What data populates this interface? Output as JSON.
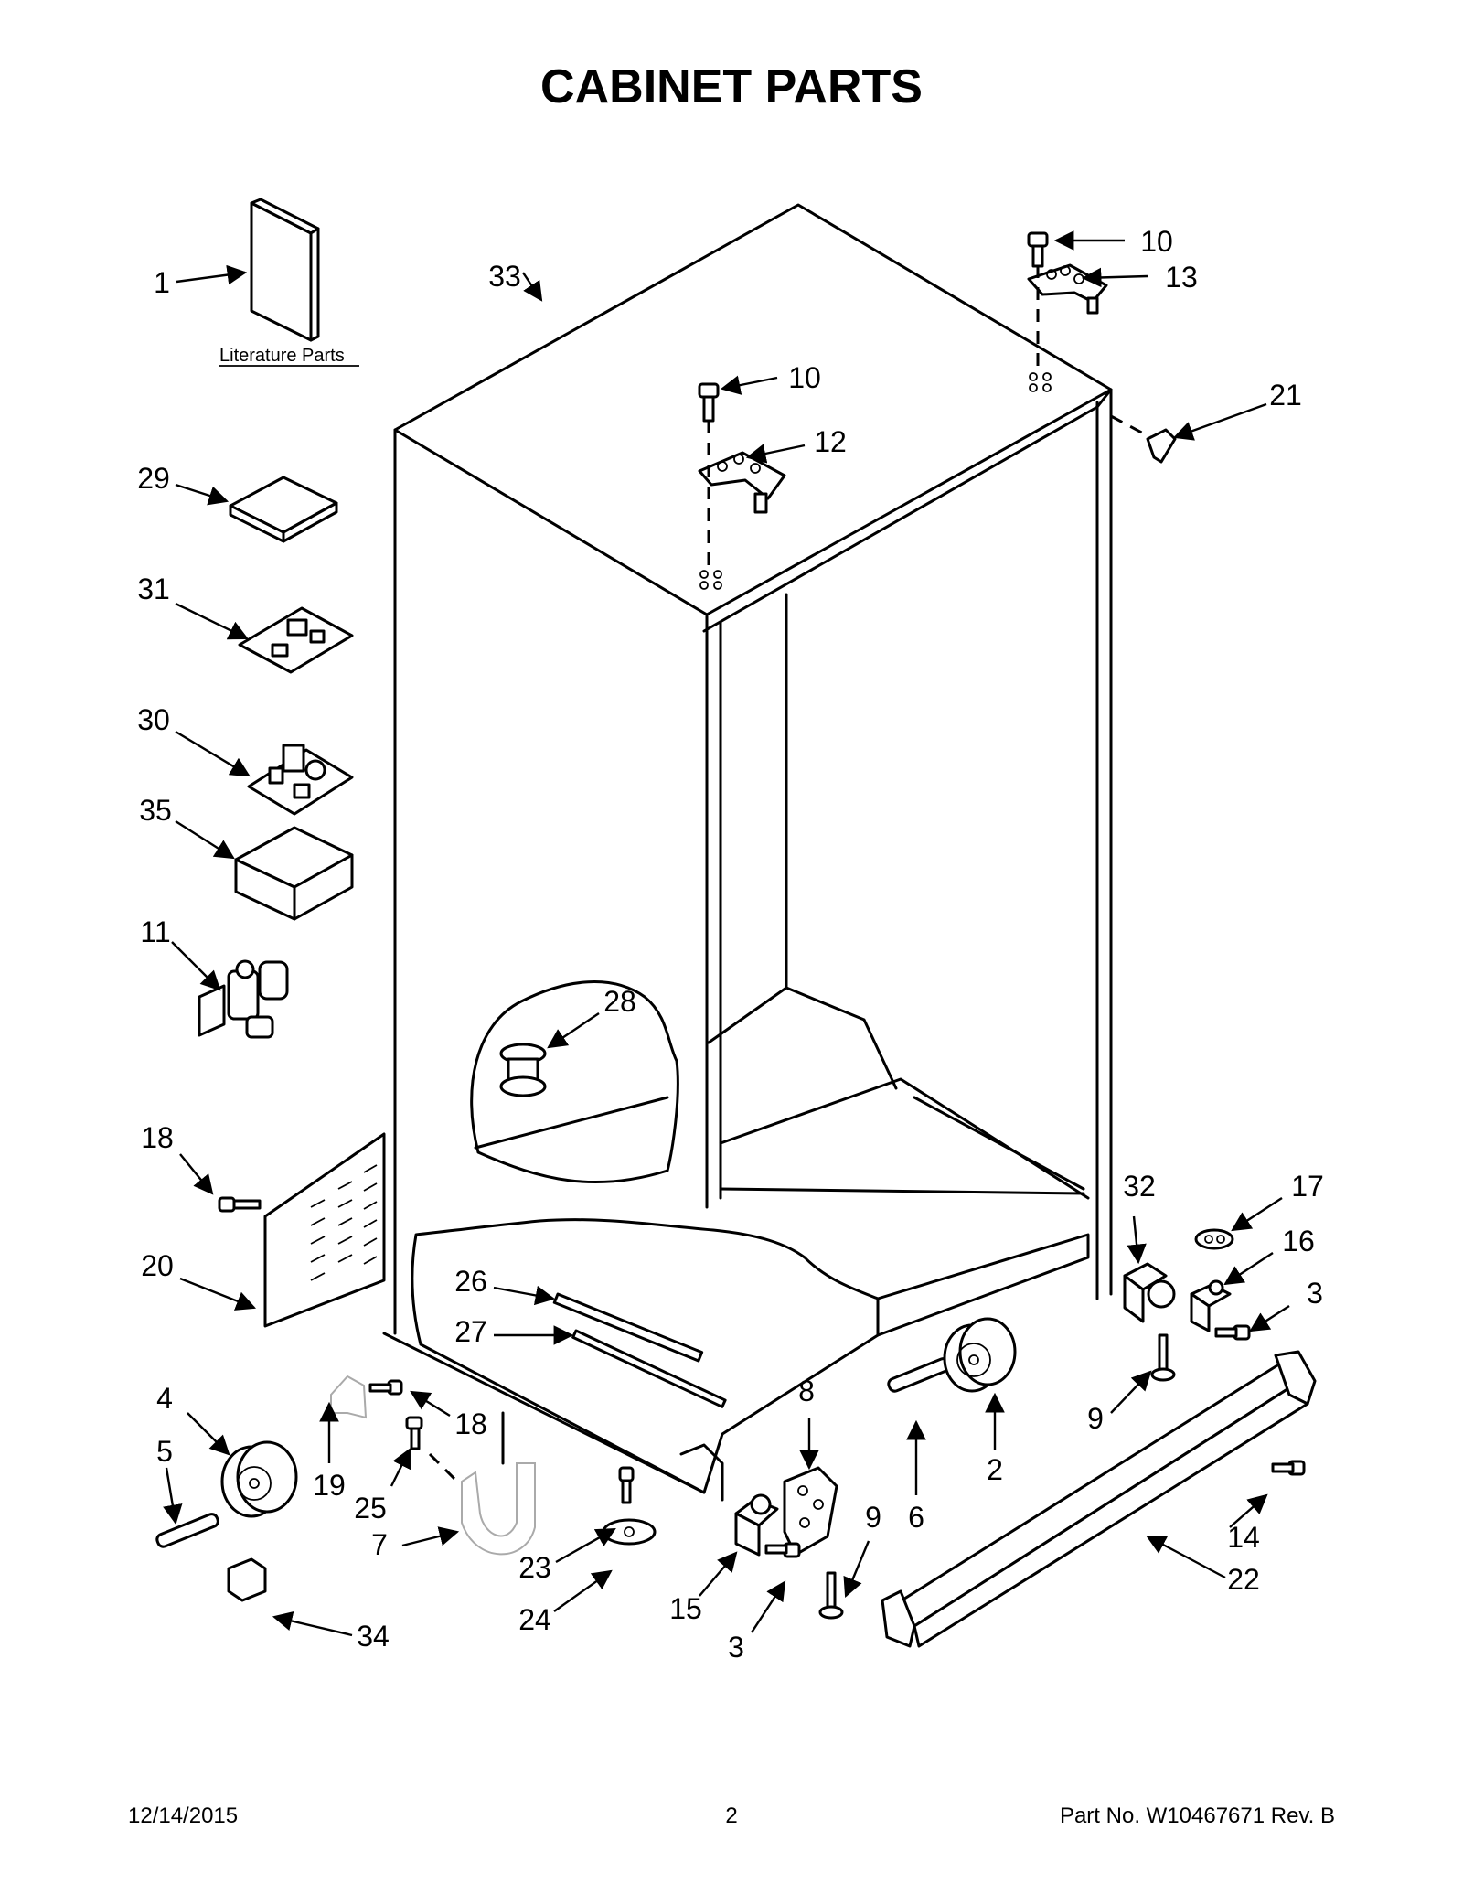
{
  "title": "CABINET PARTS",
  "literature_label": "Literature Parts",
  "footer": {
    "date": "12/14/2015",
    "page": "2",
    "part_no": "Part No.  W10467671  Rev.  B"
  },
  "callouts": {
    "c1": "1",
    "c33": "33",
    "c10a": "10",
    "c13": "13",
    "c10b": "10",
    "c21": "21",
    "c12": "12",
    "c29": "29",
    "c31": "31",
    "c30": "30",
    "c35": "35",
    "c11": "11",
    "c28": "28",
    "c18a": "18",
    "c32": "32",
    "c17": "17",
    "c16": "16",
    "c3a": "3",
    "c20": "20",
    "c26": "26",
    "c27": "27",
    "c4": "4",
    "c18b": "18",
    "c8": "8",
    "c9a": "9",
    "c5": "5",
    "c19": "19",
    "c25": "25",
    "c2": "2",
    "c9b": "9",
    "c6": "6",
    "c7": "7",
    "c23": "23",
    "c14": "14",
    "c22": "22",
    "c24": "24",
    "c15": "15",
    "c3b": "3",
    "c34": "34"
  }
}
